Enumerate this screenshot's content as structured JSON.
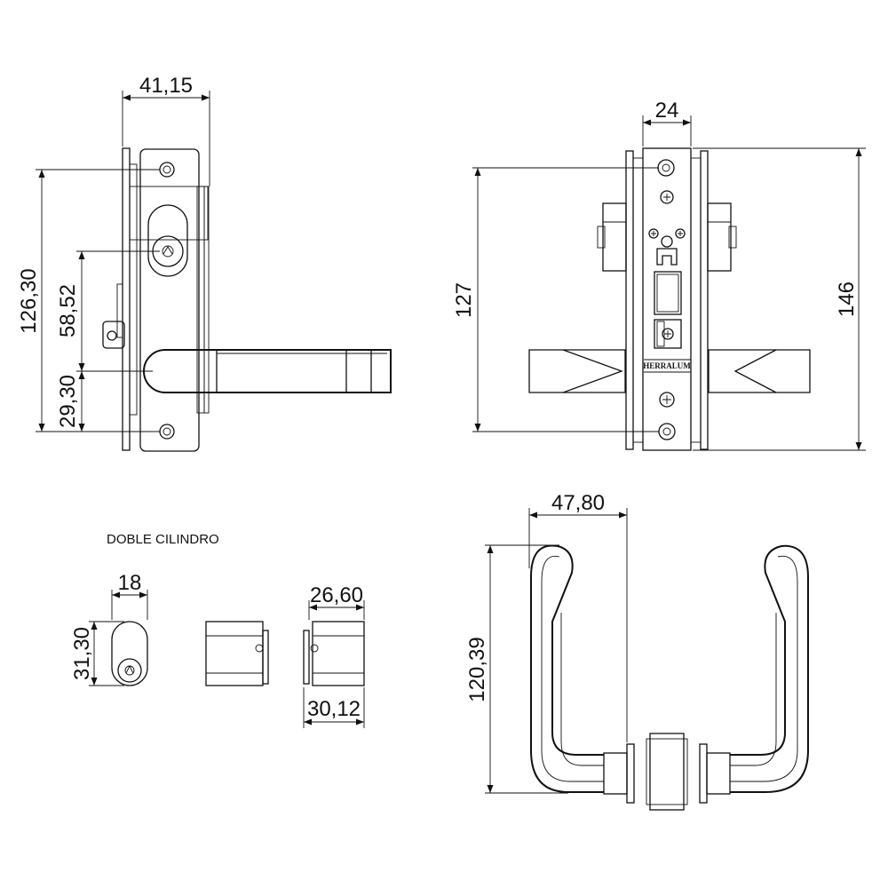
{
  "captions": {
    "double_cylinder": "DOBLE CILINDRO"
  },
  "front_view": {
    "width": "41,15",
    "height_total": "126,30",
    "height_key": "58,52",
    "height_handle": "29,30"
  },
  "side_view": {
    "depth": "24",
    "screw_spacing": "127",
    "height": "146",
    "brand": "HERRALUM"
  },
  "cylinder_front": {
    "width": "18",
    "height": "31,30"
  },
  "cylinder_side": {
    "length_top": "26,60",
    "length_bottom": "30,12"
  },
  "lever_handles": {
    "width": "47,80",
    "height": "120,39"
  }
}
